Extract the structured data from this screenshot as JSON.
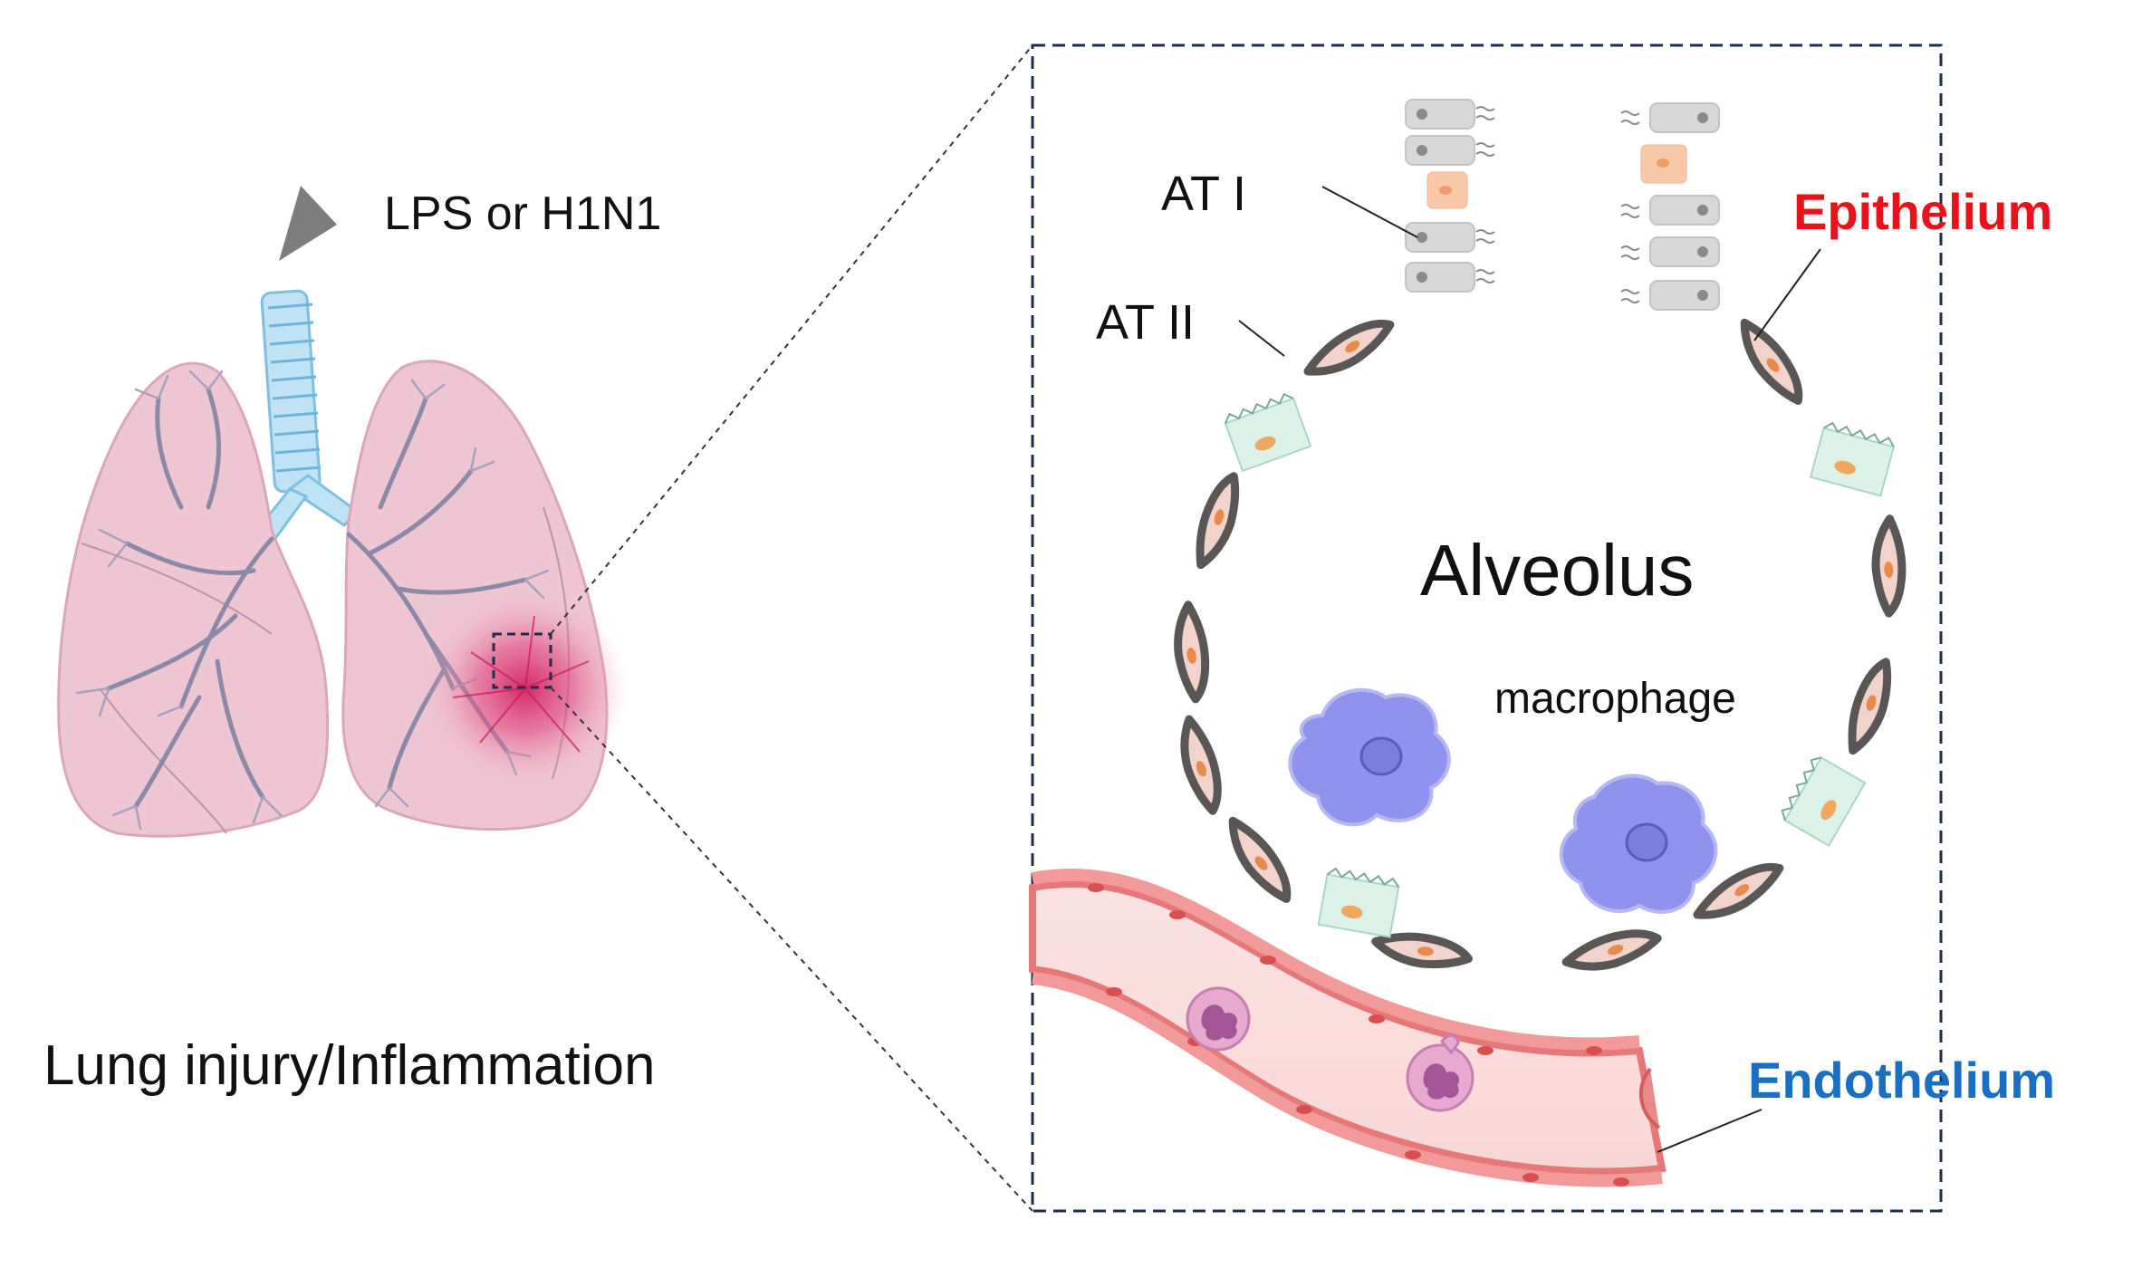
{
  "labels": {
    "stimulus": "LPS or H1N1",
    "lung_caption": "Lung injury/Inflammation",
    "at1": "AT I",
    "at2": "AT II",
    "epithelium": "Epithelium",
    "alveolus": "Alveolus",
    "macrophage": "macrophage",
    "endothelium": "Endothelium"
  },
  "colors": {
    "epithelium": "#e8121b",
    "endothelium": "#1a6fc2",
    "inflammation": "#d6205f",
    "lung_tissue": "#eec6d3",
    "airway": "#9fd2ec",
    "macrophage": "#8f93ee",
    "at1_cell": "#cfcfcf",
    "at2_cell": "#d9f0e6",
    "vessel": "#f3a8a8",
    "neutrophil": "#e7a9cf"
  },
  "icons": [
    "arrowhead-icon",
    "zoom-box-icon"
  ]
}
